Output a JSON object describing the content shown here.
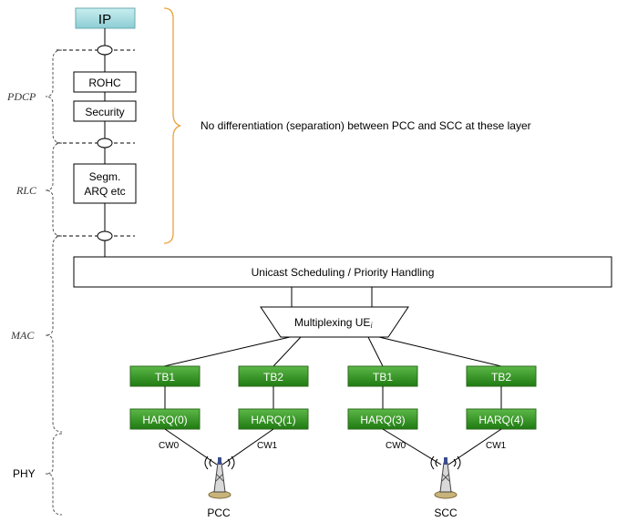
{
  "diagram": {
    "ip_label": "IP",
    "rohc_label": "ROHC",
    "security_label": "Security",
    "segm_line1": "Segm.",
    "segm_line2": "ARQ etc",
    "note": "No differentiation  (separation)  between  PCC and SCC at these layer",
    "scheduling_label": "Unicast Scheduling / Priority Handling",
    "mux_label": "Multiplexing UE",
    "mux_subscript": "i",
    "layers": {
      "pdcp": "PDCP",
      "rlc": "RLC",
      "mac": "MAC",
      "phy": "PHY"
    },
    "tb_labels": [
      "TB1",
      "TB2",
      "TB1",
      "TB2"
    ],
    "harq_labels": [
      "HARQ(0)",
      "HARQ(1)",
      "HARQ(3)",
      "HARQ(4)"
    ],
    "cw_labels": [
      "CW0",
      "CW1",
      "CW0",
      "CW1"
    ],
    "carriers": [
      "PCC",
      "SCC"
    ],
    "colors": {
      "ip_fill": "#a8dbe0",
      "green_top": "#4fa83d",
      "green_bottom": "#1f7a12",
      "brace": "#e8a33d"
    }
  }
}
